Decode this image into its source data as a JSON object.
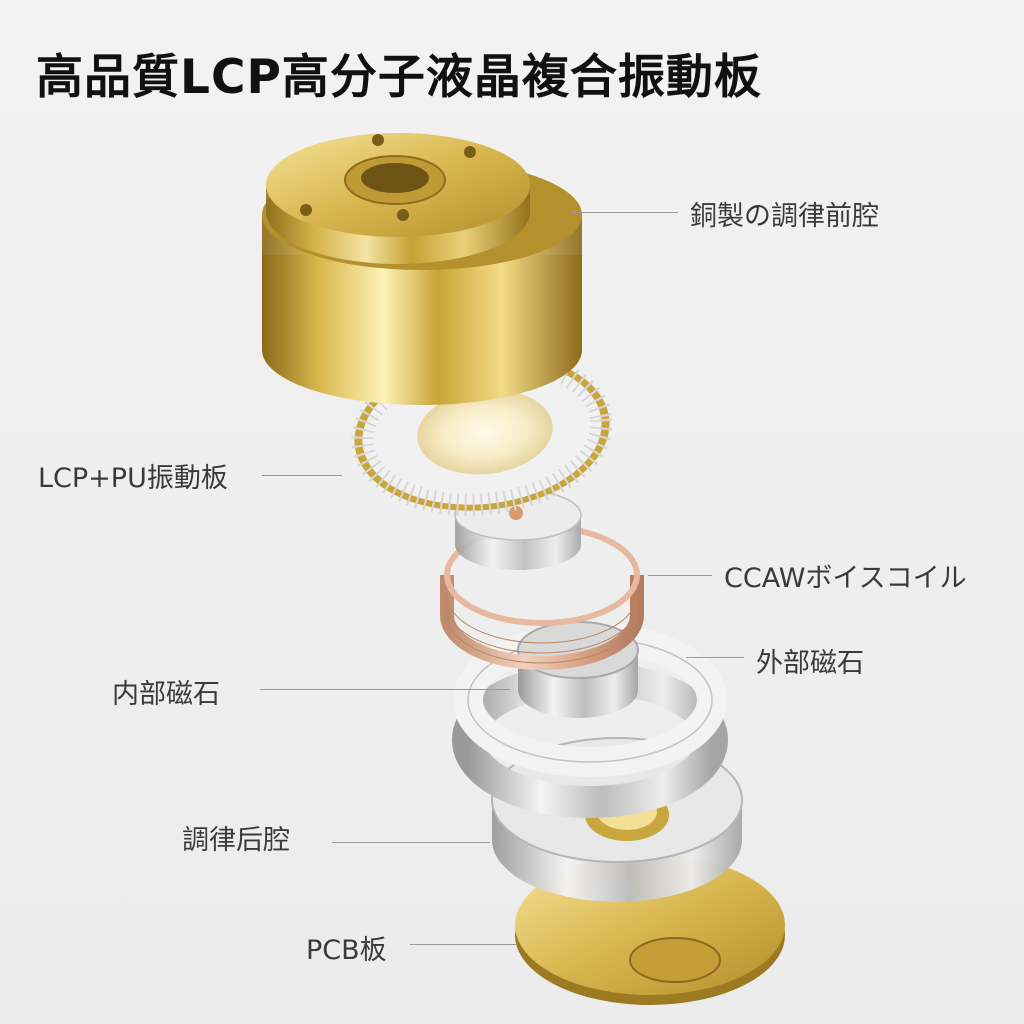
{
  "title": "高品質LCP高分子液晶複合振動板",
  "parts": {
    "front_cavity": "銅製の調律前腔",
    "diaphragm": "LCP+PU振動板",
    "voice_coil": "CCAWボイスコイル",
    "outer_magnet": "外部磁石",
    "inner_magnet": "内部磁石",
    "rear_cavity": "調律后腔",
    "pcb": "PCB板"
  }
}
